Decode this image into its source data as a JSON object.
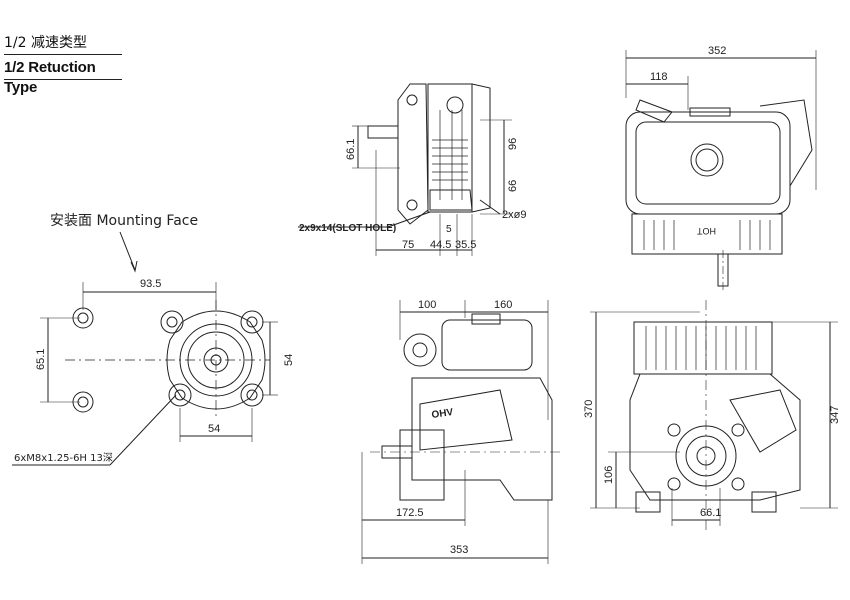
{
  "title": {
    "cn": "1/2 减速类型",
    "en": "1/2 Retuction Type"
  },
  "mounting_face": {
    "label": "安装面  Mounting Face",
    "dim_width": "93.5",
    "dim_height": "65.1",
    "dim_right": "54",
    "dim_bottom": "54",
    "thread_note": "6xM8x1.25-6H 13深"
  },
  "side_view": {
    "dim_661": "66.1",
    "dim_96": "96",
    "dim_66": "66",
    "slot_hole": "2x9x14(SLOT HOLE)",
    "hole": "2xø9",
    "dim_5": "5",
    "dim_75": "75",
    "dim_445": "44.5",
    "dim_355": "35.5"
  },
  "top_view": {
    "dim_352": "352",
    "dim_118": "118",
    "hot_label": "HOT"
  },
  "front_view": {
    "dim_100": "100",
    "dim_160": "160",
    "dim_1725": "172.5",
    "dim_353": "353",
    "ohv_label": "OHV"
  },
  "rear_view": {
    "dim_370": "370",
    "dim_347": "347",
    "dim_106": "106",
    "dim_661": "66.1"
  }
}
